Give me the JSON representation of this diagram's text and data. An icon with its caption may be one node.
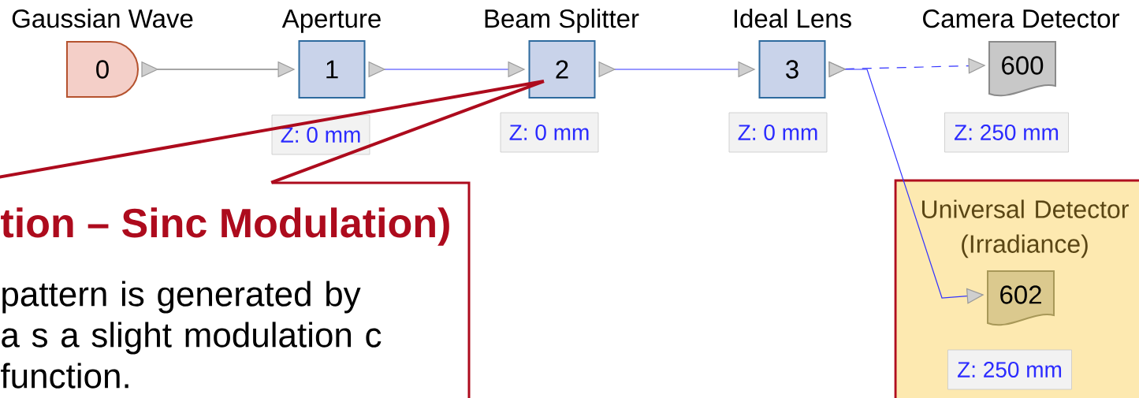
{
  "diagram": {
    "nodes": [
      {
        "text": [
          "Gaussian Wave",
          "0"
        ]
      },
      {
        "text": [
          "Aperture",
          "1"
        ],
        "beside": [
          "Z: 0 mm"
        ]
      },
      {
        "text": [
          "Beam Splitter",
          "2"
        ],
        "beside": [
          "Z: 0 mm"
        ]
      },
      {
        "text": [
          "Ideal Lens",
          "3"
        ],
        "beside": [
          "Z: 0 mm"
        ]
      },
      {
        "text": [
          "Camera Detector",
          "600"
        ],
        "beside": [
          "Z: 250 mm"
        ]
      },
      {
        "text": [],
        "shape": "box"
      },
      {
        "text": [
          "Universal Detector (Irradiance)",
          "602"
        ],
        "beside": [
          "Z: 250 mm"
        ],
        "in": 5
      },
      {
        "text": [
          "tion – Sinc Modulation)",
          "pattern is generated by a s a slight modulation c function."
        ]
      }
    ],
    "edges": [
      {
        "from": 0,
        "to": 1,
        "arrow": "to",
        "color": "#4d4d4d"
      },
      {
        "from": 1,
        "to": 2,
        "arrow": "to"
      },
      {
        "from": 2,
        "to": 3,
        "arrow": "to"
      },
      {
        "from": 3,
        "to": 4,
        "arrow": "to",
        "style": "dashed"
      },
      {
        "from": 3,
        "to": 6,
        "arrow": "to"
      },
      {
        "from": 7,
        "to": 2,
        "arrow": "none",
        "style": "thick",
        "color": "#ad0b1d"
      }
    ]
  }
}
